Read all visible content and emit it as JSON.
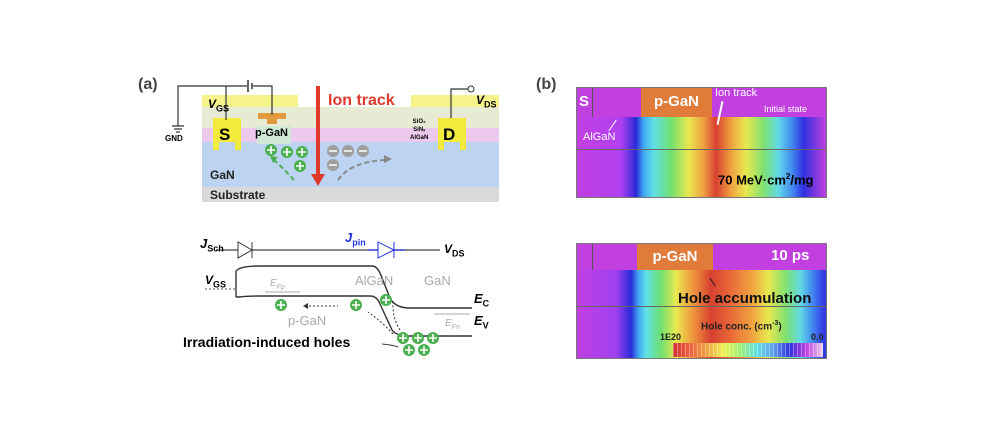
{
  "panel_a": {
    "label": "(a)",
    "device": {
      "vgs_label": "V",
      "vgs_sub": "GS",
      "vds_label": "V",
      "vds_sub": "DS",
      "gnd_label": "GND",
      "source_label": "S",
      "drain_label": "D",
      "pgan_label": "p-GaN",
      "ion_track_label": "Ion track",
      "sio2_label": "SiO₂",
      "sin_label": "SiNₓ",
      "algan_label": "AlGaN",
      "gan_label": "GaN",
      "substrate_label": "Substrate"
    },
    "band": {
      "jsch_label": "J",
      "jsch_sub": "Sch",
      "jpin_label": "J",
      "jpin_sub": "pin",
      "vds_label": "V",
      "vds_sub": "DS",
      "vgs_label": "V",
      "vgs_sub": "GS",
      "efp_label": "E",
      "efp_sub": "Fp",
      "efn_label": "E",
      "efn_sub": "Fn",
      "algan_label": "AlGaN",
      "gan_label": "GaN",
      "ec_label": "E",
      "ec_sub": "C",
      "ev_label": "E",
      "ev_sub": "V",
      "pgan_label": "p-GaN",
      "holes_label": "Irradiation-induced holes"
    }
  },
  "panel_b": {
    "label": "(b)",
    "top": {
      "source_label": "S",
      "pgan_label": "p-GaN",
      "ion_track_label": "Ion track",
      "state_label": "Initial state",
      "algan_label": "AlGaN",
      "let_label": "70 MeV·cm",
      "let_sup": "2",
      "let_tail": "/mg"
    },
    "bottom": {
      "pgan_label": "p-GaN",
      "time_label": "10 ps",
      "accumulation_label": "Hole accumulation",
      "colorbar_title": "Hole conc. (cm",
      "colorbar_sup": "-3",
      "colorbar_close": ")",
      "colorbar_max": "1E20",
      "colorbar_min": "0.0"
    }
  },
  "colors": {
    "ion_track": "#e0392b",
    "jpin": "#2233dd",
    "hole": "#4caf50",
    "electron": "#9e9e9e",
    "pgan": "#e07b39"
  }
}
